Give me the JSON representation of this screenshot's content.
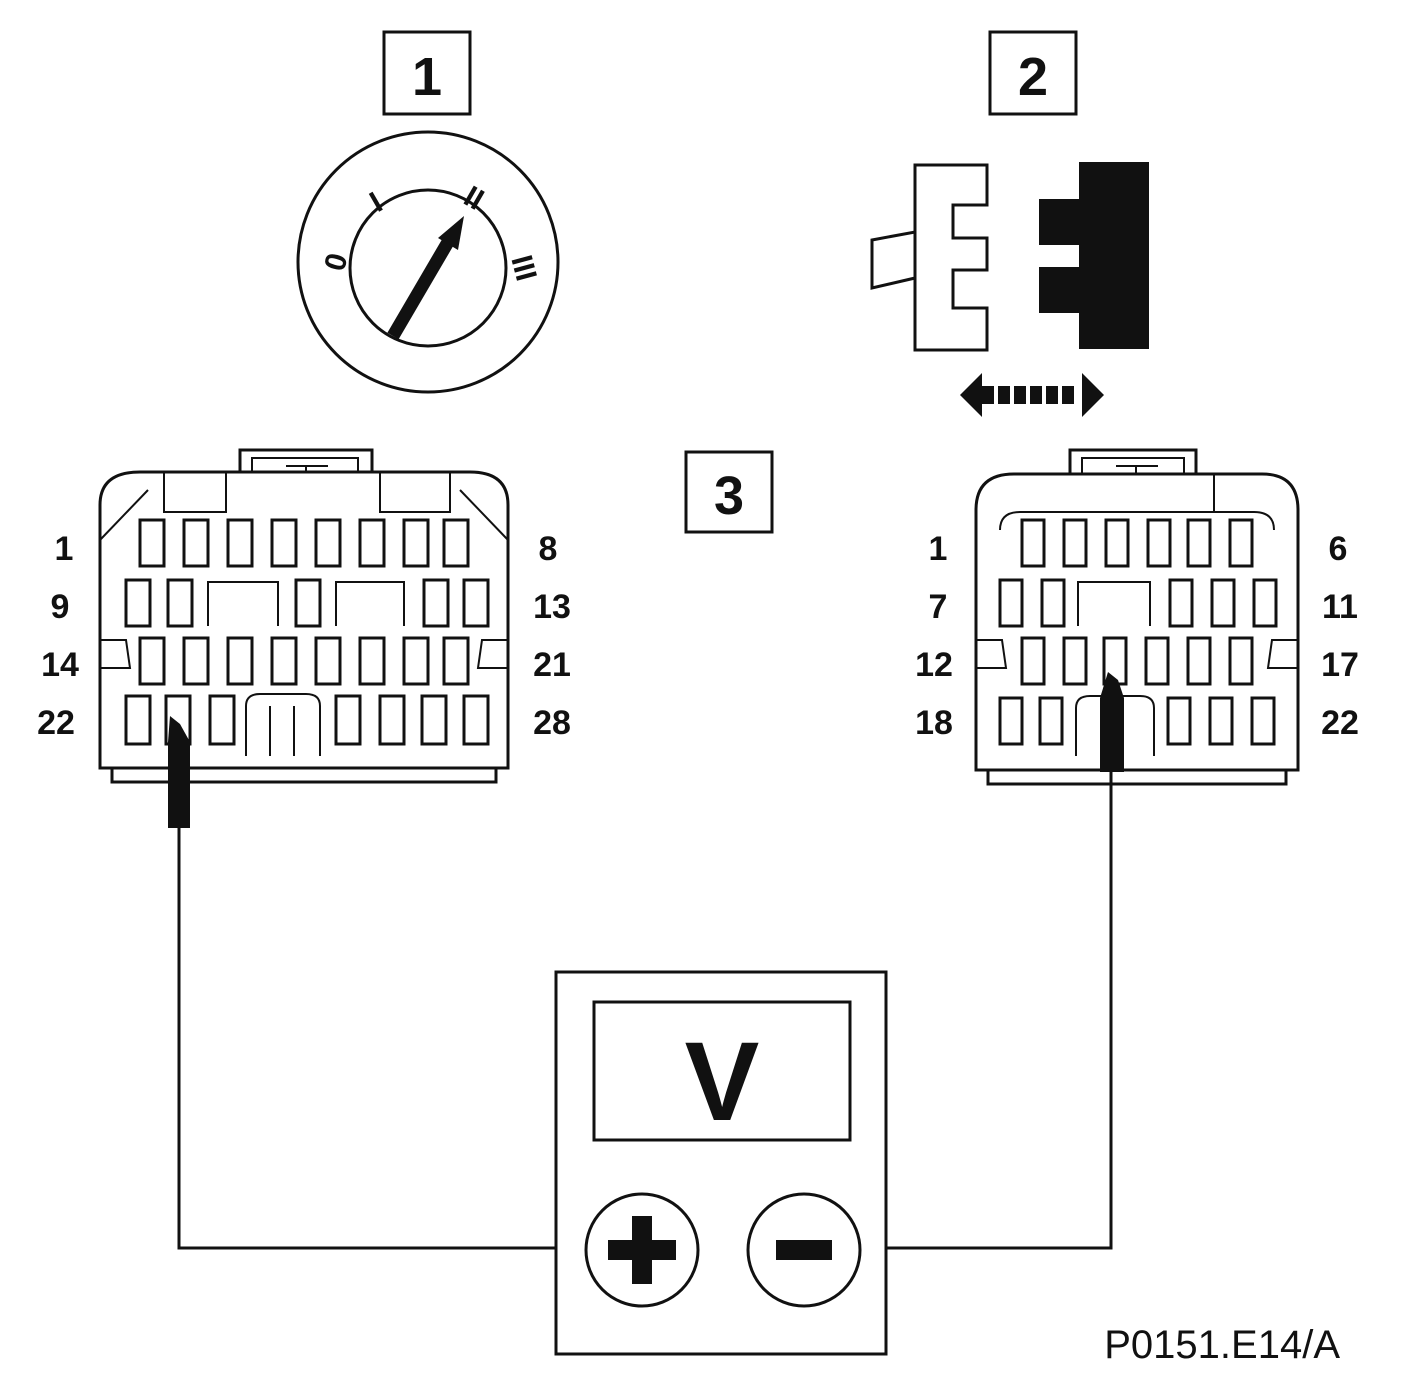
{
  "steps": {
    "step1": "1",
    "step2": "2",
    "step3": "3"
  },
  "ignition": {
    "pos0": "0",
    "pos1": "I",
    "pos2": "II",
    "pos3": "III"
  },
  "connector_left": {
    "row_labels_left": [
      "1",
      "9",
      "14",
      "22"
    ],
    "row_labels_right": [
      "8",
      "13",
      "21",
      "28"
    ]
  },
  "connector_right": {
    "row_labels_left": [
      "1",
      "7",
      "12",
      "18"
    ],
    "row_labels_right": [
      "6",
      "11",
      "17",
      "22"
    ]
  },
  "meter": {
    "display": "V",
    "plus": "+",
    "minus": "−"
  },
  "figure_code": "P0151.E14/A",
  "colors": {
    "ink": "#111111",
    "paper": "#ffffff"
  }
}
